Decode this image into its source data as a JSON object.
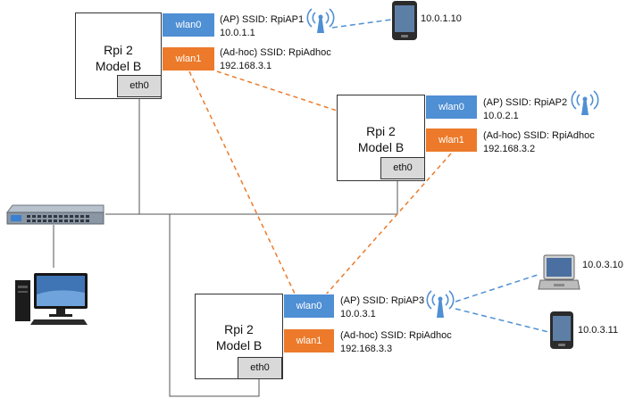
{
  "colors": {
    "ap_blue": "#4f8fd4",
    "adhoc_orange": "#ec7a2a",
    "wire": "#555555",
    "eth_fill": "#d9d9d9"
  },
  "nodes": [
    {
      "title_line1": "Rpi 2",
      "title_line2": "Model B",
      "eth": "eth0",
      "wlan0": {
        "label": "wlan0",
        "line1": "(AP) SSID: RpiAP1",
        "line2": "10.0.1.1"
      },
      "wlan1": {
        "label": "wlan1",
        "line1": "(Ad-hoc) SSID: RpiAdhoc",
        "line2": "192.168.3.1"
      }
    },
    {
      "title_line1": "Rpi 2",
      "title_line2": "Model B",
      "eth": "eth0",
      "wlan0": {
        "label": "wlan0",
        "line1": "(AP) SSID: RpiAP2",
        "line2": "10.0.2.1"
      },
      "wlan1": {
        "label": "wlan1",
        "line1": "(Ad-hoc) SSID: RpiAdhoc",
        "line2": "192.168.3.2"
      }
    },
    {
      "title_line1": "Rpi 2",
      "title_line2": "Model B",
      "eth": "eth0",
      "wlan0": {
        "label": "wlan0",
        "line1": "(AP) SSID: RpiAP3",
        "line2": "10.0.3.1"
      },
      "wlan1": {
        "label": "wlan1",
        "line1": "(Ad-hoc) SSID: RpiAdhoc",
        "line2": "192.168.3.3"
      }
    }
  ],
  "clients": [
    {
      "device": "phone-icon",
      "ip": "10.0.1.10"
    },
    {
      "device": "laptop-icon",
      "ip": "10.0.3.10"
    },
    {
      "device": "phone-icon",
      "ip": "10.0.3.11"
    }
  ],
  "other_devices": [
    "network-switch-icon",
    "desktop-computer-icon",
    "wifi-antenna-icon"
  ]
}
